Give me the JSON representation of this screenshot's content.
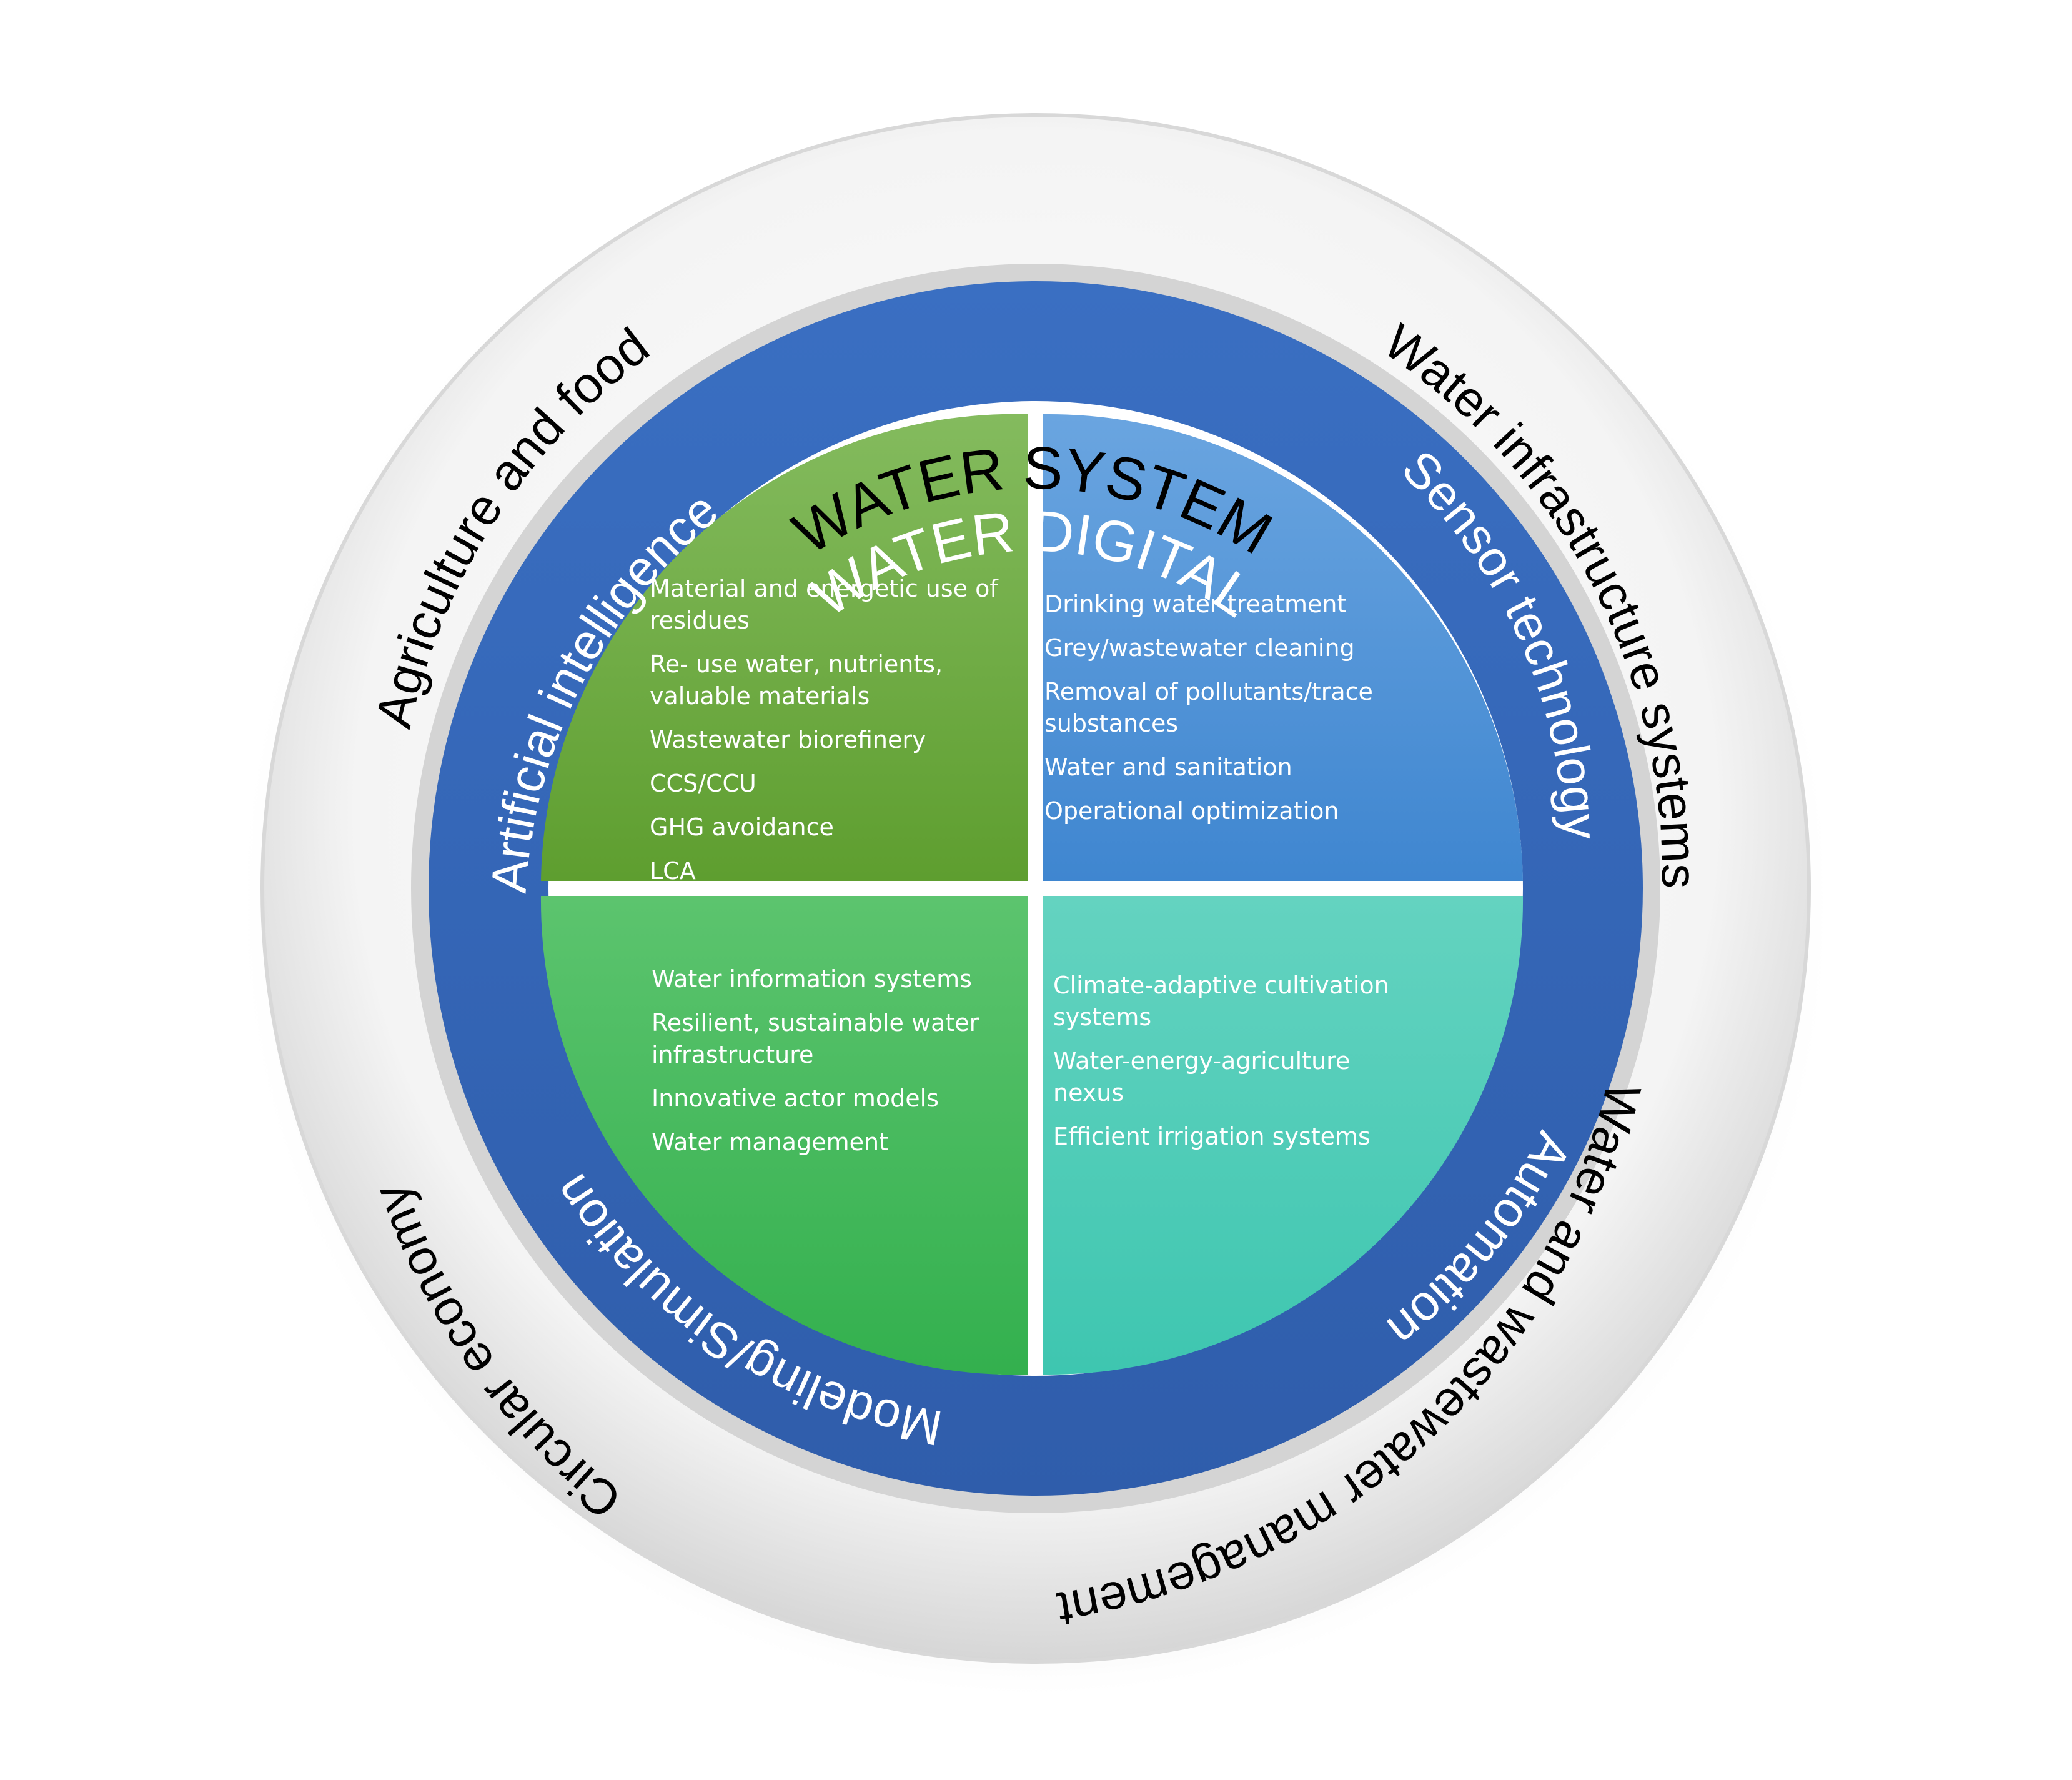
{
  "outer_ring": {
    "title": "WATER SYSTEM",
    "labels": {
      "top_right": "Water infrastructure systems",
      "top_left": "Agriculture and food",
      "bottom_right": "Water and wastewater management",
      "bottom_left": "Circular economy"
    }
  },
  "inner_ring": {
    "title": "WATER DIGITAL",
    "labels": {
      "left": "Artificial intelligence",
      "right": "Sensor technology",
      "bottom_left": "Modeling/Simulation",
      "bottom_right": "Automation"
    }
  },
  "quadrants": {
    "top_left": {
      "color": "#6aaa3a",
      "items": [
        [
          "Material and energetic use of",
          "residues"
        ],
        [
          "Re- use water, nutrients,",
          "valuable materials"
        ],
        [
          "Wastewater biorefinery"
        ],
        [
          "CCS/CCU"
        ],
        [
          "GHG avoidance"
        ],
        [
          "LCA"
        ]
      ]
    },
    "top_right": {
      "color": "#4a90d8",
      "items": [
        [
          "Drinking water treatment"
        ],
        [
          "Grey/wastewater cleaning"
        ],
        [
          "Removal of pollutants/trace",
          "substances"
        ],
        [
          "Water and sanitation"
        ],
        [
          "Operational optimization"
        ]
      ]
    },
    "bottom_left": {
      "color": "#3dbb5a",
      "items": [
        [
          "Water information systems"
        ],
        [
          "Resilient, sustainable water",
          "infrastructure"
        ],
        [
          "Innovative actor models"
        ],
        [
          "Water management"
        ]
      ]
    },
    "bottom_right": {
      "color": "#4fcfb8",
      "items": [
        [
          "Climate-adaptive cultivation",
          "systems"
        ],
        [
          "Water-energy-agriculture",
          "nexus"
        ],
        [
          "Efficient irrigation systems"
        ]
      ]
    }
  },
  "colors": {
    "blue_ring": "#3a68b8",
    "outer_ring": "#ececec"
  }
}
